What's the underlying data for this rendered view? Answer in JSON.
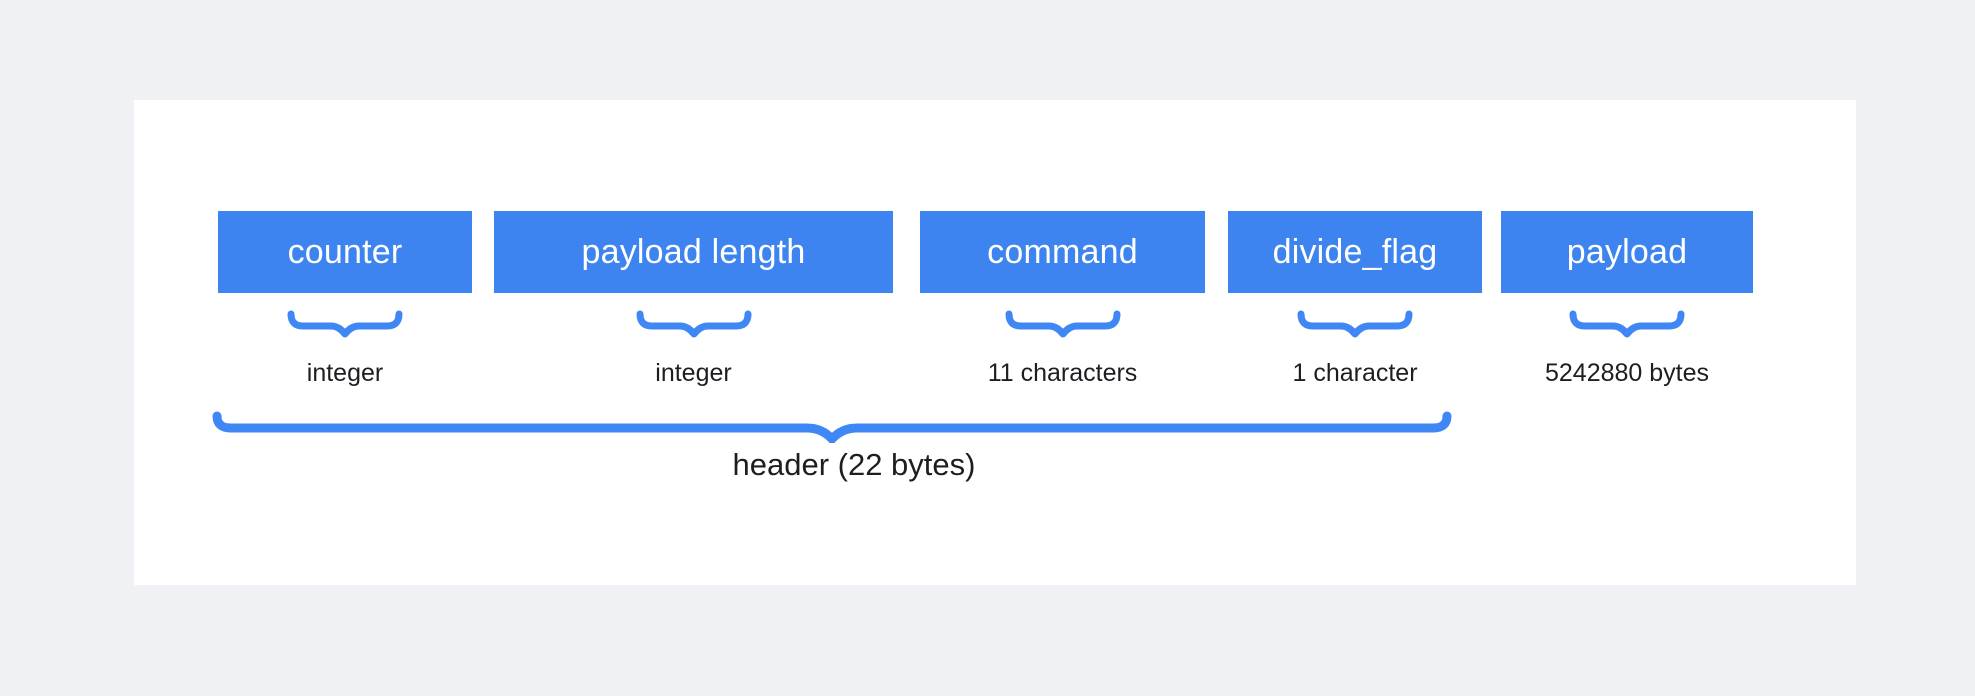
{
  "diagram": {
    "fields": [
      {
        "label": "counter",
        "type": "integer"
      },
      {
        "label": "payload length",
        "type": "integer"
      },
      {
        "label": "command",
        "type": "11 characters"
      },
      {
        "label": "divide_flag",
        "type": "1 character"
      },
      {
        "label": "payload",
        "type": "5242880 bytes"
      }
    ],
    "group_caption": "header (22 bytes)"
  },
  "colors": {
    "background": "#EFF1F5",
    "card": "#FFFFFF",
    "accent_box": "#3D84F0",
    "accent_brace": "#3F87F5",
    "box_text": "#FFFFFF",
    "text": "#1C1E21"
  }
}
